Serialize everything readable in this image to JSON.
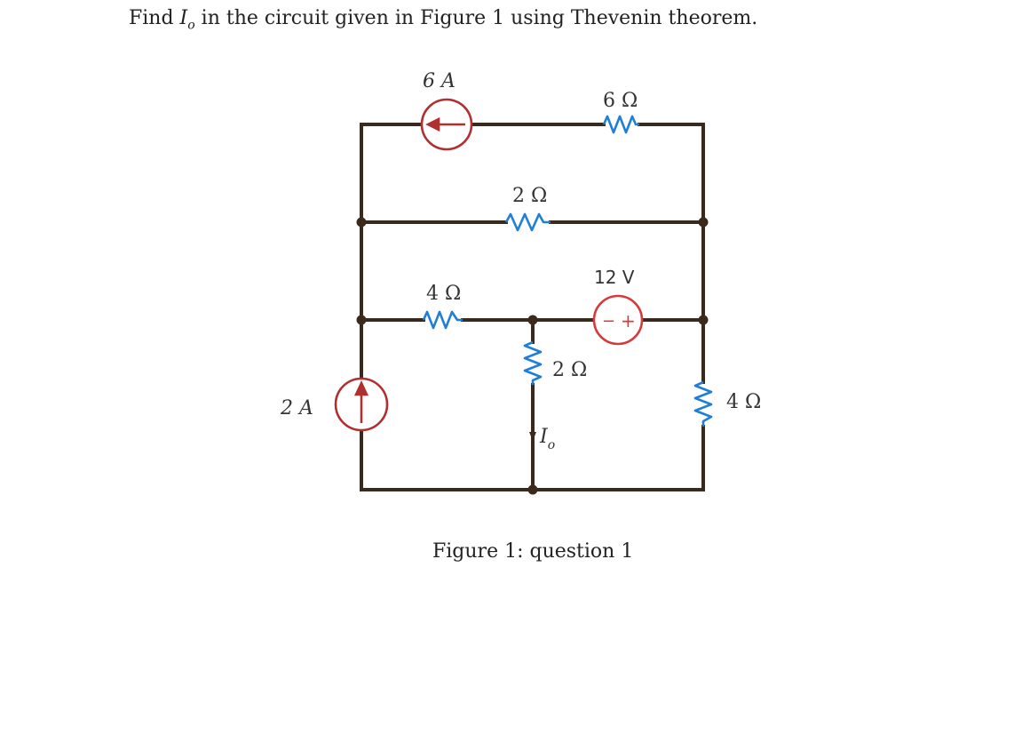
{
  "question": {
    "prefix": "Find ",
    "var": "I",
    "var_sub": "o",
    "suffix": " in the circuit given in Figure 1 using Thevenin theorem."
  },
  "figure": {
    "caption": "Figure 1: question 1",
    "labels": {
      "source_top": "6 A",
      "res_top_right": "6 Ω",
      "res_middle": "2 Ω",
      "vsrc": "12 V",
      "res_left": "4 Ω",
      "res_center": "2 Ω",
      "source_left": "2 A",
      "res_right": "4 Ω",
      "current_var": "I",
      "current_sub": "o"
    },
    "vsrc_signs": {
      "minus": "−",
      "plus": "+"
    }
  }
}
